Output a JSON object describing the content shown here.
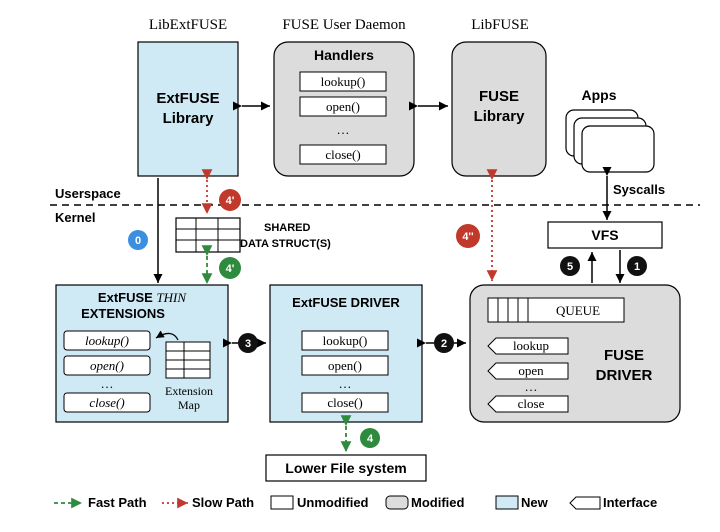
{
  "labels": {
    "libextfuse": "LibExtFUSE",
    "fuse_user_daemon": "FUSE User Daemon",
    "libfuse": "LibFUSE",
    "userspace": "Userspace",
    "kernel": "Kernel",
    "apps": "Apps",
    "syscalls": "Syscalls",
    "vfs": "VFS"
  },
  "extfuse_library": {
    "line1": "ExtFUSE",
    "line2": "Library"
  },
  "handlers": {
    "title": "Handlers",
    "items": [
      "lookup()",
      "open()",
      "…",
      "close()"
    ]
  },
  "fuse_library": {
    "line1": "FUSE",
    "line2": "Library"
  },
  "shared": {
    "line1": "SHARED",
    "line2": "DATA STRUCT(S)"
  },
  "thin_ext": {
    "title_main": "ExtFUSE ",
    "title_italic": "THIN",
    "title_line2": "EXTENSIONS",
    "items": [
      "lookup()",
      "open()",
      "…",
      "close()"
    ],
    "map_line1": "Extension",
    "map_line2": "Map"
  },
  "extfuse_driver": {
    "title": "ExtFUSE DRIVER",
    "items": [
      "lookup()",
      "open()",
      "…",
      "close()"
    ]
  },
  "fuse_driver": {
    "queue": "QUEUE",
    "interfaces": [
      "lookup",
      "open",
      "…",
      "close"
    ],
    "line1": "FUSE",
    "line2": "DRIVER"
  },
  "lower_fs": "Lower File system",
  "badges": {
    "b0": "0",
    "b1": "1",
    "b2": "2",
    "b3": "3",
    "b4": "4",
    "b4prime_red": "4'",
    "b4prime_green": "4'",
    "b4dprime": "4''",
    "b5": "5"
  },
  "legend": {
    "fast": "Fast Path",
    "slow": "Slow Path",
    "unmodified": "Unmodified",
    "modified": "Modified",
    "new": "New",
    "interface": "Interface"
  },
  "colors": {
    "new_fill": "#cfe9f5",
    "modified_fill": "#dcdcdc",
    "fast_path": "#2e8b3e",
    "slow_path": "#c0392b",
    "badge_black": "#111111",
    "badge_blue": "#3b8fe0",
    "badge_red": "#c0392b",
    "badge_green": "#2e8b3e"
  }
}
